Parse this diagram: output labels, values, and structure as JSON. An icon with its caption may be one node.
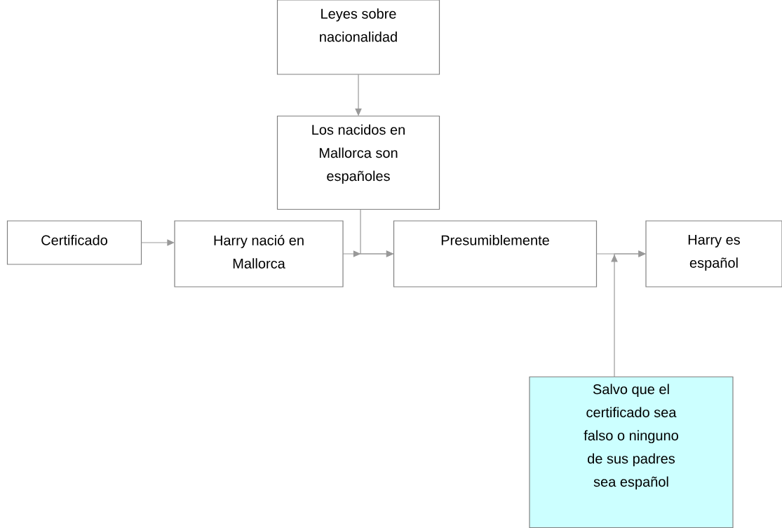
{
  "diagram": {
    "nodes": [
      {
        "text": [
          "Leyes sobre nacionalidad"
        ]
      },
      {
        "text": [
          "Los nacidos en Mallorca son españoles"
        ]
      },
      {
        "text": [
          "Certificado"
        ]
      },
      {
        "text": [
          "Harry nació en Mallorca"
        ]
      },
      {
        "text": [
          "Presumiblemente"
        ]
      },
      {
        "text": [
          "Harry es español"
        ]
      },
      {
        "text": [
          "Salvo que el certificado sea falso o ninguno de sus padres sea español"
        ]
      }
    ],
    "edges": [
      {
        "from": 0,
        "to": 1,
        "arrow": "to"
      },
      {
        "from": 2,
        "to": 3,
        "arrow": "to"
      },
      {
        "from": 3,
        "to": 4,
        "arrow": "to"
      },
      {
        "from": 1,
        "to": 4,
        "arrow": "to"
      },
      {
        "from": 4,
        "to": 5,
        "arrow": "to"
      },
      {
        "from": 6,
        "to": 5,
        "arrow": "to"
      }
    ]
  }
}
